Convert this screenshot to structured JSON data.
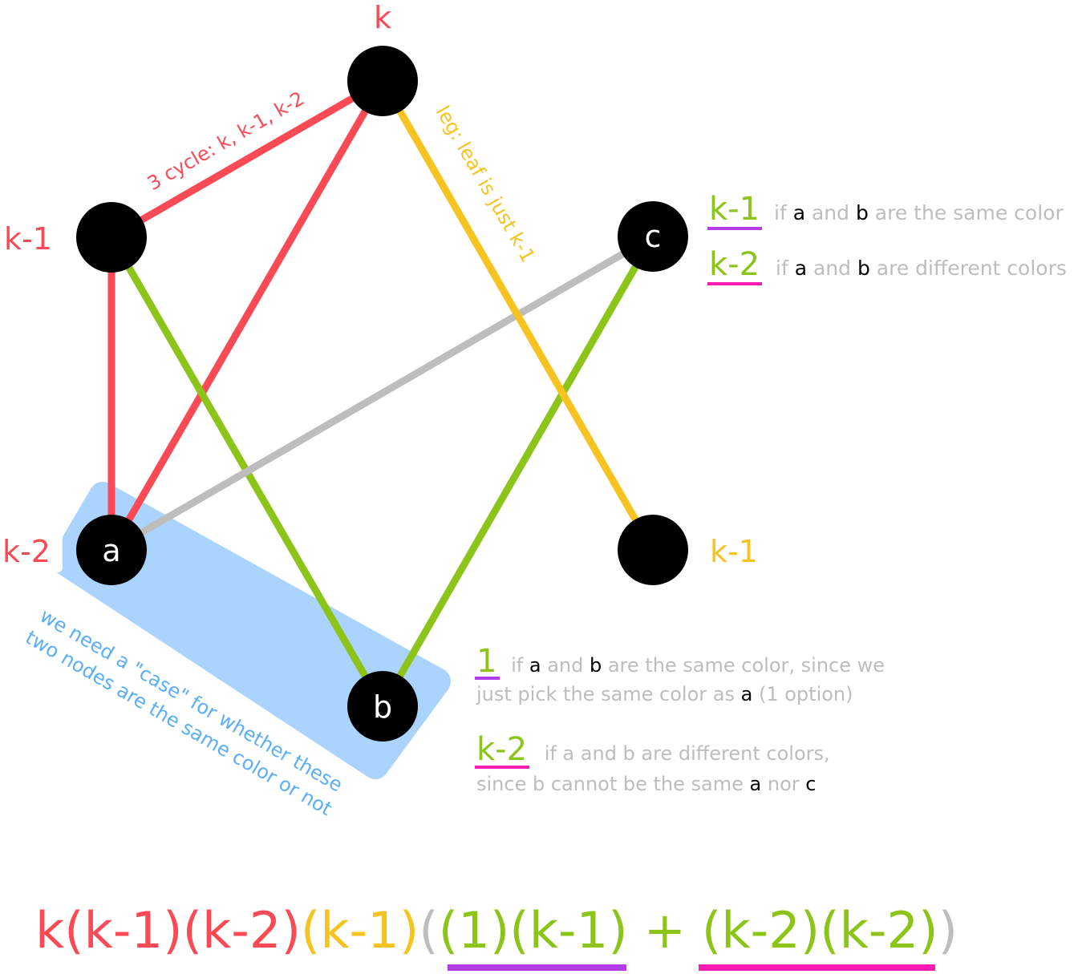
{
  "colors": {
    "red": "#f94a55",
    "green": "#8cc41a",
    "yellow": "#f6c320",
    "gray": "#bdbdbd",
    "purple": "#b33ce6",
    "pink": "#fb1cb4",
    "blue_fill": "#aad4fe",
    "blue_text": "#5aaefc"
  },
  "nodes": {
    "k_label": "k",
    "k1_label": "k-1",
    "a_label": "k-2",
    "a": "a",
    "b": "b",
    "c": "c",
    "leaf_label": "k-1"
  },
  "annotations": {
    "cycle": "3 cycle: k, k-1, k-2",
    "leg": "leg: leaf is just k-1",
    "case_line1": "we need a \"case\" for whether these",
    "case_line2": "two nodes are the same color or not"
  },
  "c_notes": {
    "same_value": "k-1",
    "same_if": "if ",
    "same_a": "a",
    "same_and": " and ",
    "same_b": "b",
    "same_rest": " are the same color",
    "diff_value": "k-2",
    "diff_if": "if ",
    "diff_a": "a",
    "diff_and": " and ",
    "diff_b": "b",
    "diff_rest": " are different colors"
  },
  "b_notes": {
    "same_value": "1",
    "same_if": "if ",
    "same_a": "a",
    "same_and": " and ",
    "same_b": "b",
    "same_rest": " are the same color, since we",
    "same_line2": "just pick the same color as ",
    "same_line2_a": "a",
    "same_line2_rest": " (1 option)",
    "diff_value": "k-2",
    "diff_line1": "if a and b are different colors,",
    "diff_line2": "since b cannot be the same ",
    "diff_line2_a": "a",
    "diff_line2_nor": " nor ",
    "diff_line2_c": "c"
  },
  "formula": {
    "red": "k(k-1)(k-2)",
    "yellow": "(k-1)",
    "open": "(",
    "g1": "(1)(k-1)",
    "plus": " + ",
    "g2": "(k-2)(k-2)",
    "close": ")"
  }
}
